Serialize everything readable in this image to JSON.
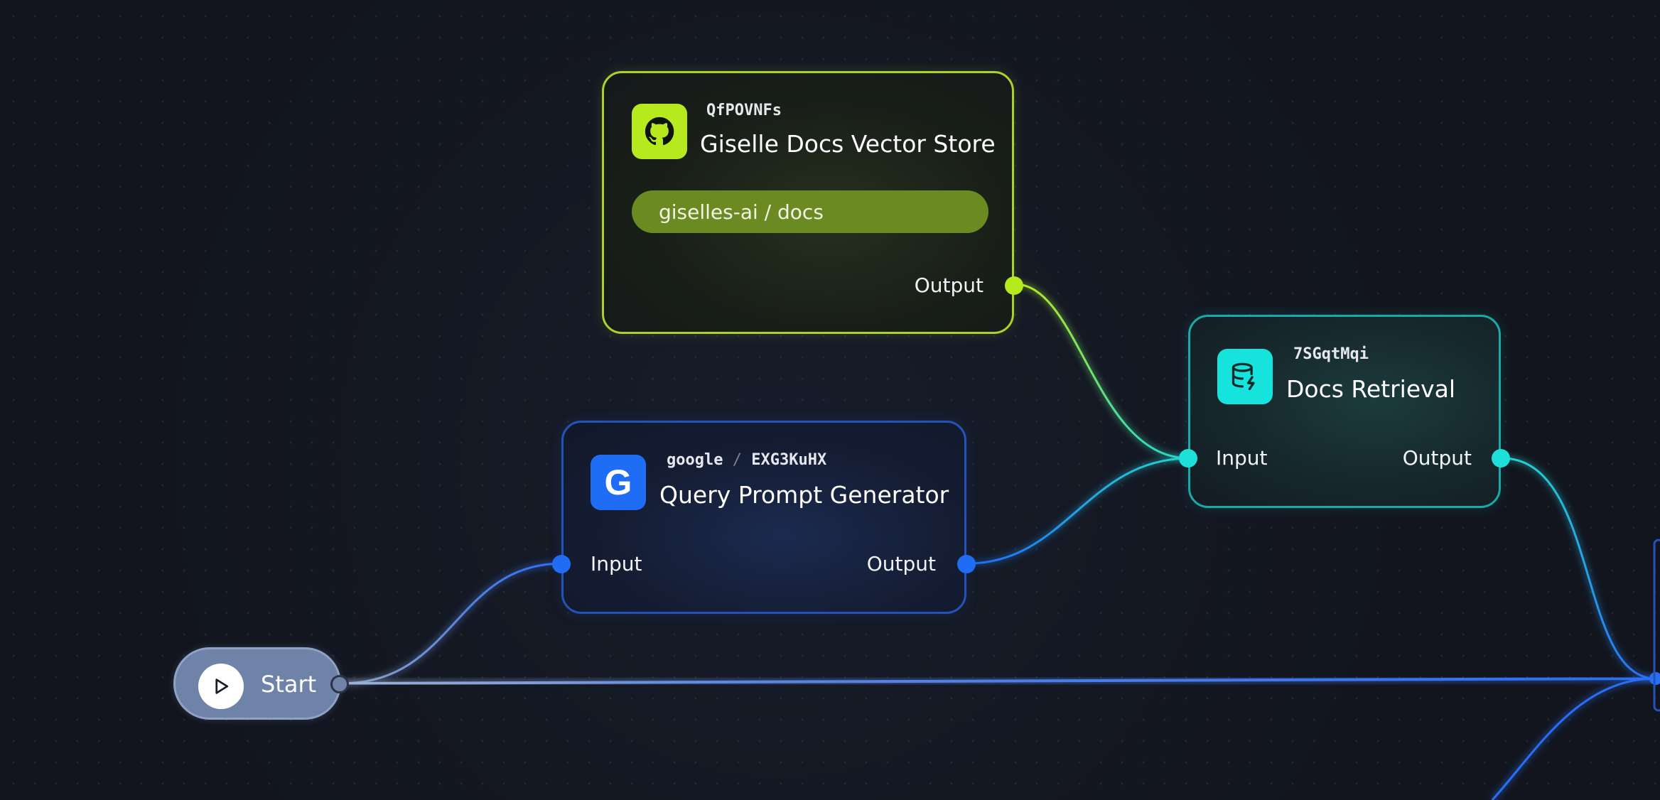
{
  "canvas": {
    "accent_colors": {
      "vector_store": "#b6ea1f",
      "generator": "#1f6cf5",
      "retrieval": "#16e3db",
      "start": "#6f82a7"
    }
  },
  "nodes": {
    "vector_store": {
      "id": "QfPOVNFs",
      "title": "Giselle Docs Vector Store",
      "repo": "giselles-ai / docs",
      "output_label": "Output",
      "icon": "github-icon"
    },
    "query_generator": {
      "provider": "google",
      "separator": "/",
      "id": "EXG3KuHX",
      "title": "Query Prompt Generator",
      "input_label": "Input",
      "output_label": "Output",
      "icon": "google-g-icon"
    },
    "docs_retrieval": {
      "id": "7SGqtMqi",
      "title": "Docs Retrieval",
      "input_label": "Input",
      "output_label": "Output",
      "icon": "database-bolt-icon"
    },
    "start": {
      "label": "Start",
      "icon": "play-icon"
    }
  }
}
